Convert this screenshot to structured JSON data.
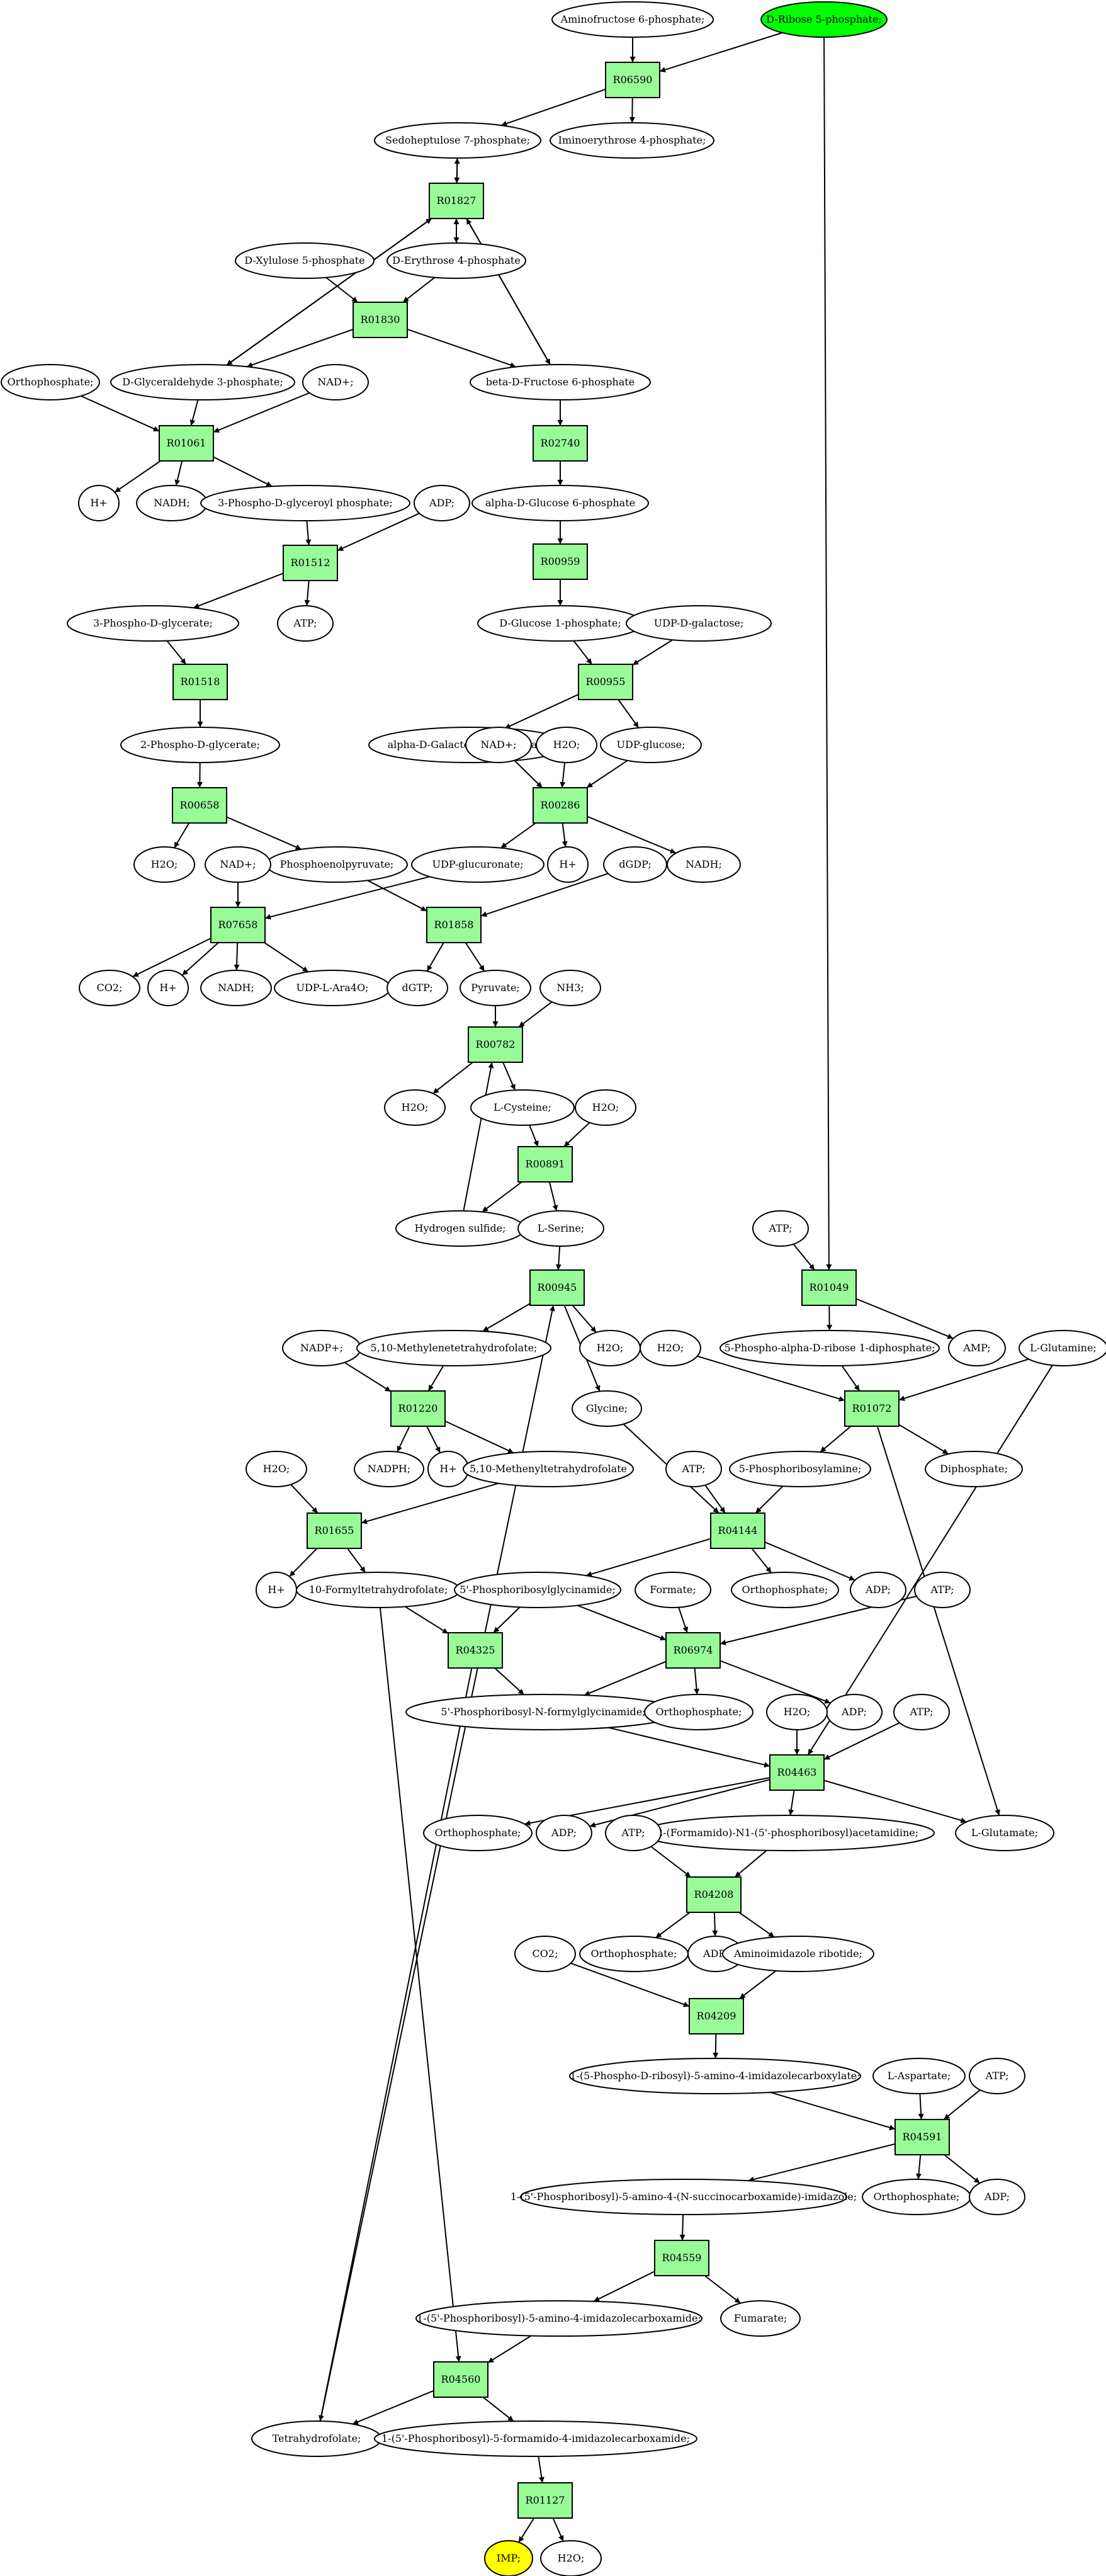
{
  "colors": {
    "reaction_fill": "#98fb98",
    "compound_fill": "#ffffff",
    "source_fill": "#00ff00",
    "target_fill": "#ffff00",
    "stroke": "#000000"
  },
  "reactions": [
    "R06590",
    "R01827",
    "R01830",
    "R01061",
    "R02740",
    "R01512",
    "R00959",
    "R01518",
    "R00955",
    "R00658",
    "R00286",
    "R07658",
    "R01858",
    "R00782",
    "R00891",
    "R00945",
    "R01049",
    "R01220",
    "R01072",
    "R01655",
    "R04144",
    "R04325",
    "R06974",
    "R04463",
    "R04208",
    "R04209",
    "R04591",
    "R04559",
    "R04560",
    "R01127"
  ],
  "compounds": [
    "Aminofructose 6-phosphate;",
    "D-Ribose 5-phosphate;",
    "Sedoheptulose 7-phosphate;",
    "Iminoerythrose 4-phosphate;",
    "D-Xylulose 5-phosphate",
    "D-Erythrose 4-phosphate",
    "Orthophosphate;",
    "D-Glyceraldehyde 3-phosphate;",
    "NAD+;",
    "beta-D-Fructose 6-phosphate",
    "H+",
    "NADH;",
    "3-Phospho-D-glyceroyl phosphate;",
    "ADP;",
    "alpha-D-Glucose 6-phosphate",
    "3-Phospho-D-glycerate;",
    "ATP;",
    "D-Glucose 1-phosphate;",
    "UDP-D-galactose;",
    "2-Phospho-D-glycerate;",
    "alpha-D-Galactose 1-phosphate;",
    "NAD+;",
    "H2O;",
    "UDP-glucose;",
    "H2O;",
    "Phosphoenolpyruvate;",
    "UDP-glucuronate;",
    "H+",
    "NADH;",
    "NAD+;",
    "dGDP;",
    "CO2;",
    "H+",
    "NADH;",
    "UDP-L-Ara4O;",
    "dGTP;",
    "Pyruvate;",
    "NH3;",
    "H2O;",
    "L-Cysteine;",
    "H2O;",
    "Hydrogen sulfide;",
    "L-Serine;",
    "ATP;",
    "NADP+;",
    "5,10-Methylenetetrahydrofolate;",
    "H2O;",
    "5-Phospho-alpha-D-ribose 1-diphosphate;",
    "AMP;",
    "H2O;",
    "L-Glutamine;",
    "Glycine;",
    "NADPH;",
    "H+",
    "5,10-Methenyltetrahydrofolate",
    "5-Phosphoribosylamine;",
    "Diphosphate;",
    "H2O;",
    "ATP;",
    "H+",
    "10-Formyltetrahydrofolate;",
    "5'-Phosphoribosylglycinamide;",
    "Orthophosphate;",
    "ADP;",
    "Formate;",
    "ATP;",
    "5'-Phosphoribosyl-N-formylglycinamide;",
    "Orthophosphate;",
    "ADP;",
    "H2O;",
    "ATP;",
    "Orthophosphate;",
    "ADP;",
    "2-(Formamido)-N1-(5'-phosphoribosyl)acetamidine;",
    "L-Glutamate;",
    "ATP;",
    "Orthophosphate;",
    "ADP;",
    "Aminoimidazole ribotide;",
    "CO2;",
    "1-(5-Phospho-D-ribosyl)-5-amino-4-imidazolecarboxylate;",
    "L-Aspartate;",
    "ATP;",
    "1-(5'-Phosphoribosyl)-5-amino-4-(N-succinocarboxamide)-imidazole;",
    "Orthophosphate;",
    "ADP;",
    "1-(5'-Phosphoribosyl)-5-amino-4-imidazolecarboxamide;",
    "Fumarate;",
    "Tetrahydrofolate;",
    "1-(5'-Phosphoribosyl)-5-formamido-4-imidazolecarboxamide;",
    "IMP;",
    "H2O;"
  ]
}
